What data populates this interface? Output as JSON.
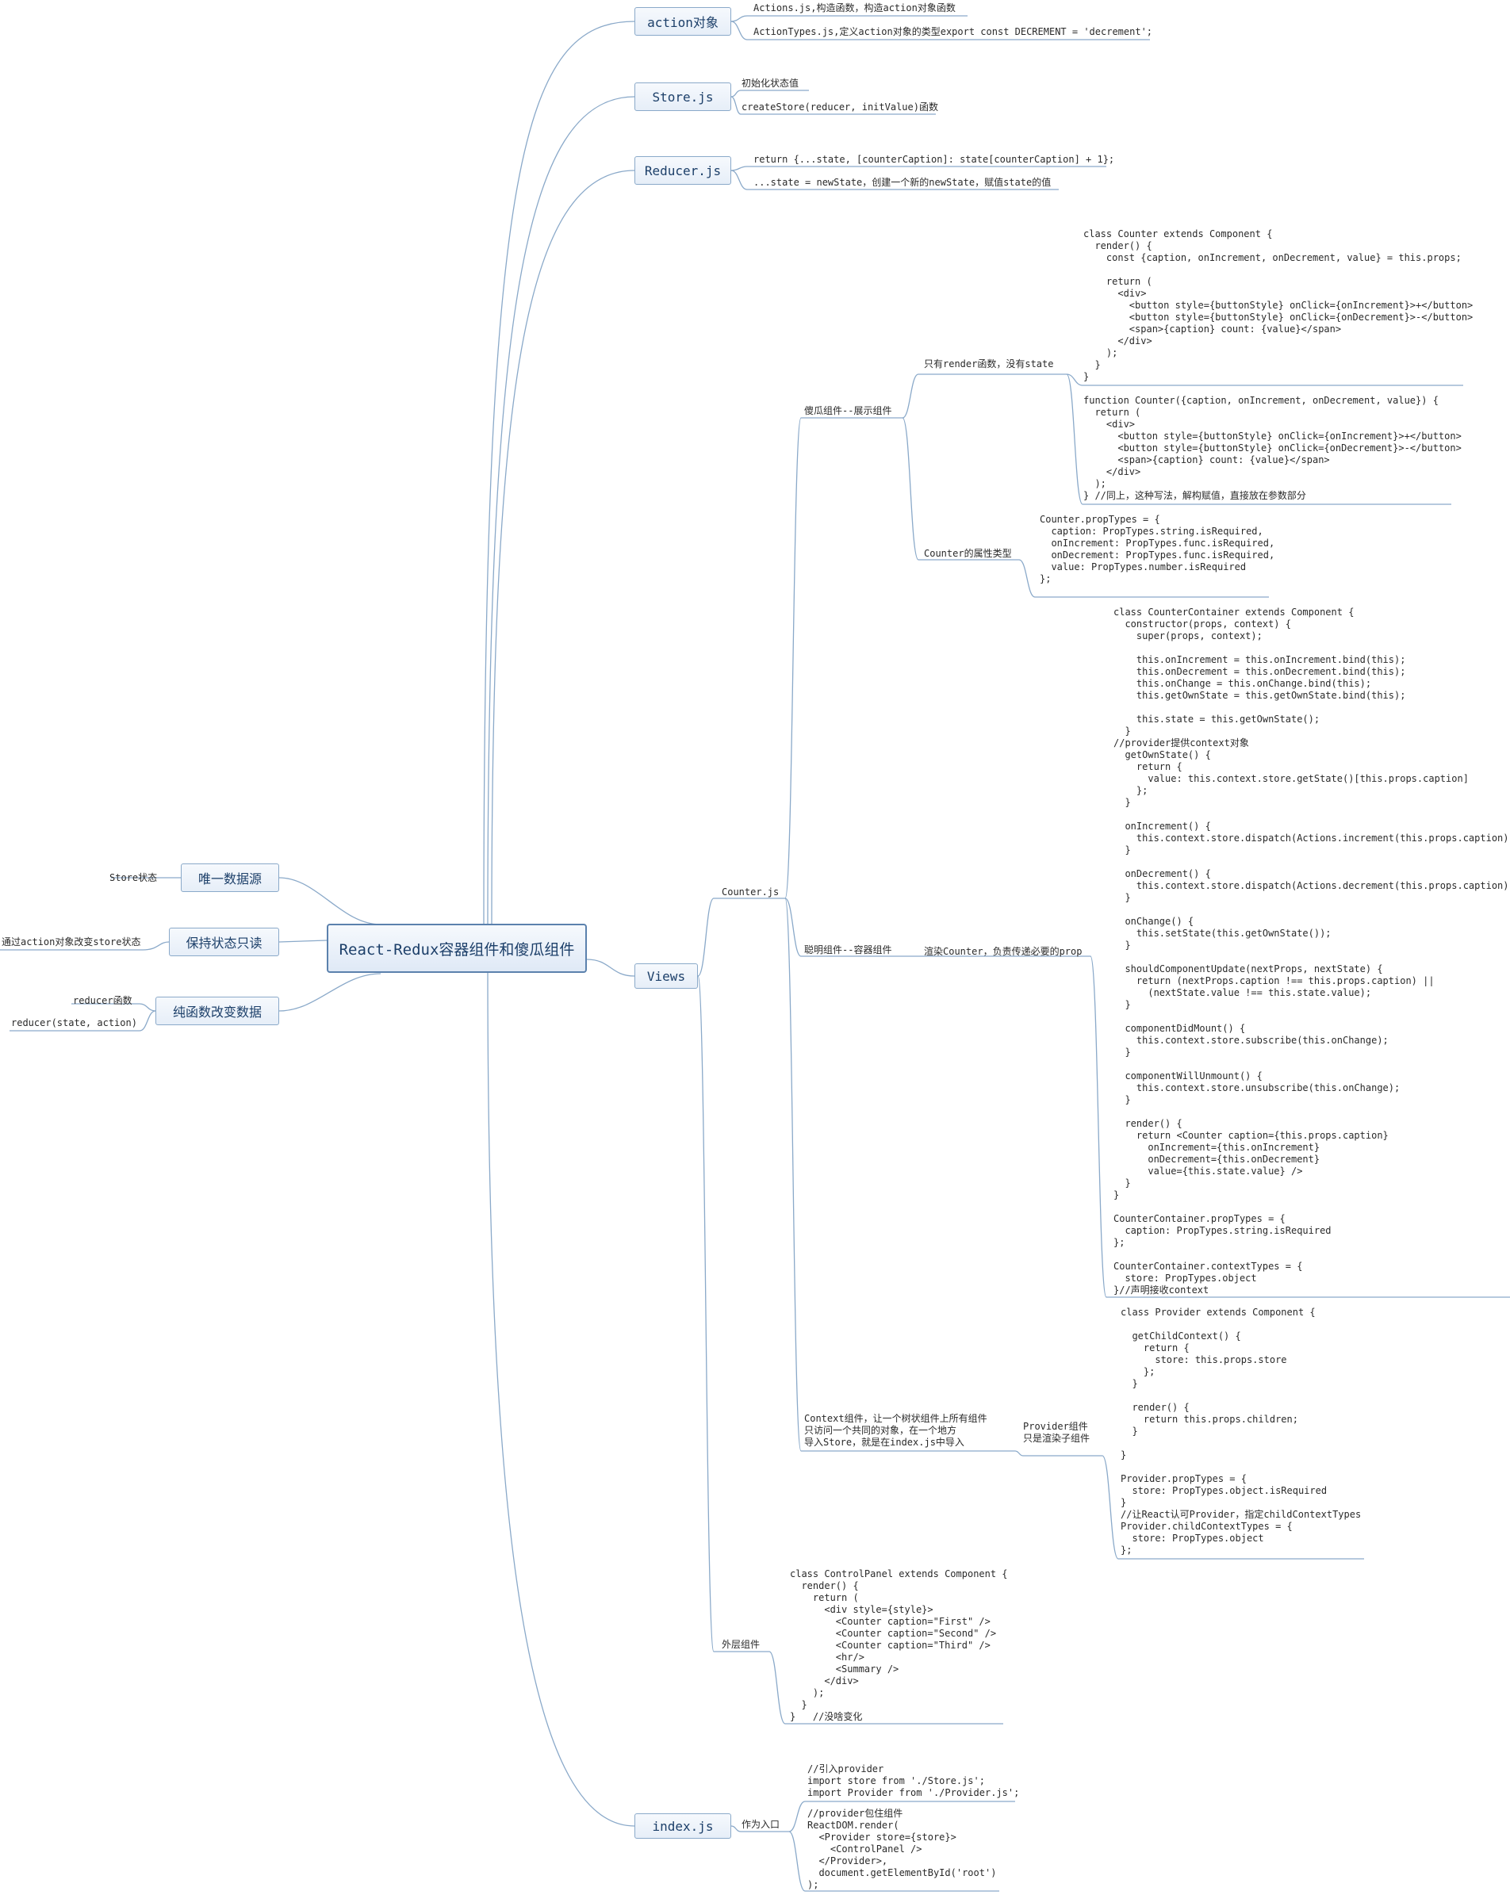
{
  "root": "React-Redux容器组件和傻瓜组件",
  "left": {
    "single_source": {
      "title": "唯一数据源",
      "note": "Store状态"
    },
    "readonly": {
      "title": "保持状态只读",
      "note": "通过action对象改变store状态"
    },
    "pure": {
      "title": "纯函数改变数据",
      "notes": [
        "reducer函数",
        "reducer(state, action)"
      ]
    }
  },
  "action": {
    "title": "action对象",
    "notes": [
      "Actions.js,构造函数，构造action对象函数",
      "ActionTypes.js,定义action对象的类型export const DECREMENT = 'decrement';"
    ]
  },
  "store": {
    "title": "Store.js",
    "notes": [
      "初始化状态值",
      "createStore(reducer, initValue)函数"
    ]
  },
  "reducer": {
    "title": "Reducer.js",
    "notes": [
      "return {...state, [counterCaption]: state[counterCaption] + 1};",
      "...state = newState，创建一个新的newState，赋值state的值"
    ]
  },
  "views": {
    "title": "Views",
    "counter_js": "Counter.js",
    "dumb": {
      "label": "傻瓜组件--展示组件",
      "render_only": "只有render函数，没有state",
      "class_code": "class Counter extends Component {\n  render() {\n    const {caption, onIncrement, onDecrement, value} = this.props;\n\n    return (\n      <div>\n        <button style={buttonStyle} onClick={onIncrement}>+</button>\n        <button style={buttonStyle} onClick={onDecrement}>-</button>\n        <span>{caption} count: {value}</span>\n      </div>\n    );\n  }\n}",
      "func_code": "function Counter({caption, onIncrement, onDecrement, value}) {\n  return (\n    <div>\n      <button style={buttonStyle} onClick={onIncrement}>+</button>\n      <button style={buttonStyle} onClick={onDecrement}>-</button>\n      <span>{caption} count: {value}</span>\n    </div>\n  );\n} //同上，这种写法，解构赋值，直接放在参数部分",
      "props_label": "Counter的属性类型",
      "props_code": "Counter.propTypes = {\n  caption: PropTypes.string.isRequired,\n  onIncrement: PropTypes.func.isRequired,\n  onDecrement: PropTypes.func.isRequired,\n  value: PropTypes.number.isRequired\n};"
    },
    "smart": {
      "label": "聪明组件--容器组件",
      "render_label": "渲染Counter，负责传递必要的prop",
      "code": "class CounterContainer extends Component {\n  constructor(props, context) {\n    super(props, context);\n\n    this.onIncrement = this.onIncrement.bind(this);\n    this.onDecrement = this.onDecrement.bind(this);\n    this.onChange = this.onChange.bind(this);\n    this.getOwnState = this.getOwnState.bind(this);\n\n    this.state = this.getOwnState();\n  }\n//provider提供context对象\n  getOwnState() {\n    return {\n      value: this.context.store.getState()[this.props.caption]\n    };\n  }\n\n  onIncrement() {\n    this.context.store.dispatch(Actions.increment(this.props.caption));\n  }\n\n  onDecrement() {\n    this.context.store.dispatch(Actions.decrement(this.props.caption));\n  }\n\n  onChange() {\n    this.setState(this.getOwnState());\n  }\n\n  shouldComponentUpdate(nextProps, nextState) {\n    return (nextProps.caption !== this.props.caption) ||\n      (nextState.value !== this.state.value);\n  }\n\n  componentDidMount() {\n    this.context.store.subscribe(this.onChange);\n  }\n\n  componentWillUnmount() {\n    this.context.store.unsubscribe(this.onChange);\n  }\n\n  render() {\n    return <Counter caption={this.props.caption}\n      onIncrement={this.onIncrement}\n      onDecrement={this.onDecrement}\n      value={this.state.value} />\n  }\n}\n\nCounterContainer.propTypes = {\n  caption: PropTypes.string.isRequired\n};\n\nCounterContainer.contextTypes = {\n  store: PropTypes.object\n}//声明接收context"
    },
    "context": {
      "label": "Context组件，让一个树状组件上所有组件\n只访问一个共同的对象，在一个地方\n导入Store，就是在index.js中导入",
      "provider_label": "Provider组件\n只是渲染子组件",
      "code": "class Provider extends Component {\n\n  getChildContext() {\n    return {\n      store: this.props.store\n    };\n  }\n\n  render() {\n    return this.props.children;\n  }\n\n}\n\nProvider.propTypes = {\n  store: PropTypes.object.isRequired\n}\n//让React认可Provider，指定childContextTypes\nProvider.childContextTypes = {\n  store: PropTypes.object\n};"
    },
    "outer": {
      "label": "外层组件",
      "code": "class ControlPanel extends Component {\n  render() {\n    return (\n      <div style={style}>\n        <Counter caption=\"First\" />\n        <Counter caption=\"Second\" />\n        <Counter caption=\"Third\" />\n        <hr/>\n        <Summary />\n      </div>\n    );\n  }\n}   //没啥变化"
    }
  },
  "index": {
    "title": "index.js",
    "entry_label": "作为入口",
    "code1": "//引入provider\nimport store from './Store.js';\nimport Provider from './Provider.js';",
    "code2": "//provider包住组件\nReactDOM.render(\n  <Provider store={store}>\n    <ControlPanel />\n  </Provider>,\n  document.getElementById('root')\n);"
  },
  "colors": {
    "line": "#8aa9c9",
    "box_border": "#8aa9c9",
    "box_text": "#1c3f69",
    "root_border": "#5b81ad"
  }
}
